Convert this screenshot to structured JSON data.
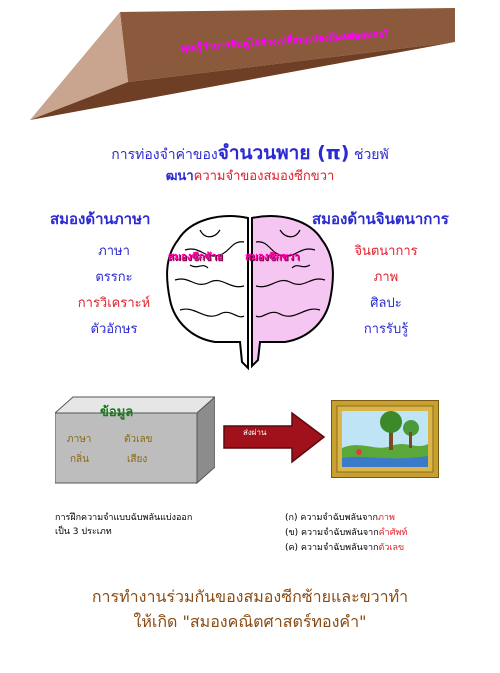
{
  "banner": {
    "text": "คุณรู้ว่าการจับหูไอย่างเปลี่ยนแปลงมีผลต่อสมอง?"
  },
  "title": {
    "line1_prefix": "การท่องจำค่าของ",
    "line1_emph": "จำนวนพาย (π)",
    "line1_suffix": "ช่วยพั",
    "line2_prefix": "ฒนา",
    "line2_red": "ความจำของสมองซีกขวา"
  },
  "left": {
    "heading": "สมองด้านภาษา",
    "items": [
      "ภาษา",
      "ตรรกะ",
      "การวิเคราะห์",
      "ตัวอักษร"
    ]
  },
  "right": {
    "heading": "สมองด้านจินตนาการ",
    "items": [
      "จินตนาการ",
      "ภาพ",
      "ศิลปะ",
      "การรับรู้"
    ]
  },
  "brain": {
    "left_label": "สมองซีกซ้าย",
    "right_label": "สมองซีกขวา"
  },
  "data_box": {
    "title": "ข้อมูล",
    "cells": [
      "ภาษา",
      "ตัวเลข",
      "กลิ่น",
      "เสียง"
    ]
  },
  "arrow_label": "ส่งผ่าน",
  "notes": {
    "left_line1": "การฝึกความจำแบบฉับพลันแบ่งออก",
    "left_line2": "เป็น 3 ประเภท",
    "items": [
      {
        "prefix": "(ก) ความจำฉับพลันจาก",
        "emph": "ภาพ"
      },
      {
        "prefix": "(ข) ความจำฉับพลันจาก",
        "emph": "คำศัพท์"
      },
      {
        "prefix": "(ค) ความจำฉับพลันจาก",
        "emph": "ตัวเลข"
      }
    ]
  },
  "bottom": {
    "line1": "การทำงานร่วมกันของสมองซีกซ้ายและขวาทำ",
    "line2": "ให้เกิด \"สมองคณิตศาสตร์ทองคำ\""
  },
  "colors": {
    "blue": "#2b2bd1",
    "red": "#e0202a",
    "pink": "#ff00ff",
    "brown": "#8a4a12"
  }
}
